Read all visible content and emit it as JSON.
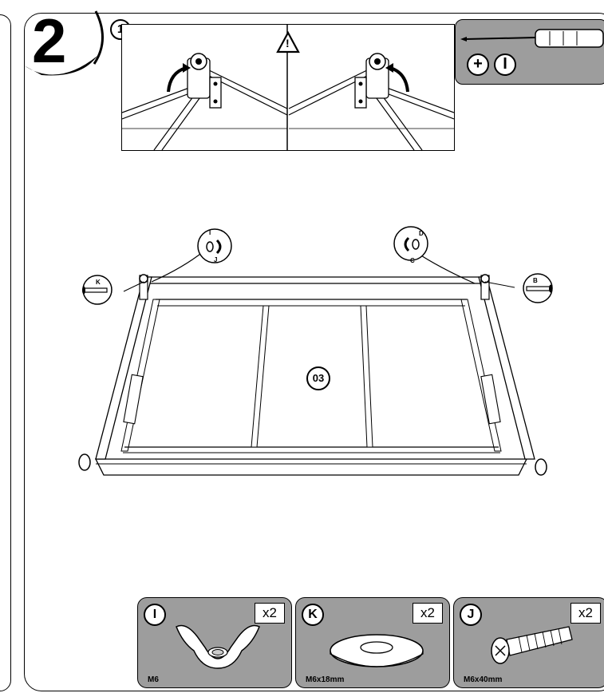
{
  "step": {
    "number": "2",
    "substep": "1"
  },
  "tools": {
    "plus_symbol": "+",
    "minus_symbol": "I",
    "icon": "screwdriver-icon"
  },
  "warning_symbol": "!",
  "frame_label": "03",
  "callouts": {
    "left_upper": [
      "I",
      "J"
    ],
    "left_lower": "K",
    "right_upper": [
      "D",
      "C"
    ],
    "right_lower": "B"
  },
  "parts": [
    {
      "letter": "I",
      "qty": "x2",
      "size": "M6",
      "icon": "wing-nut-icon"
    },
    {
      "letter": "K",
      "qty": "x2",
      "size": "M6x18mm",
      "icon": "washer-icon"
    },
    {
      "letter": "J",
      "qty": "x2",
      "size": "M6x40mm",
      "icon": "bolt-icon"
    }
  ],
  "colors": {
    "panel_gray": "#9d9d9d",
    "line": "#000000"
  }
}
